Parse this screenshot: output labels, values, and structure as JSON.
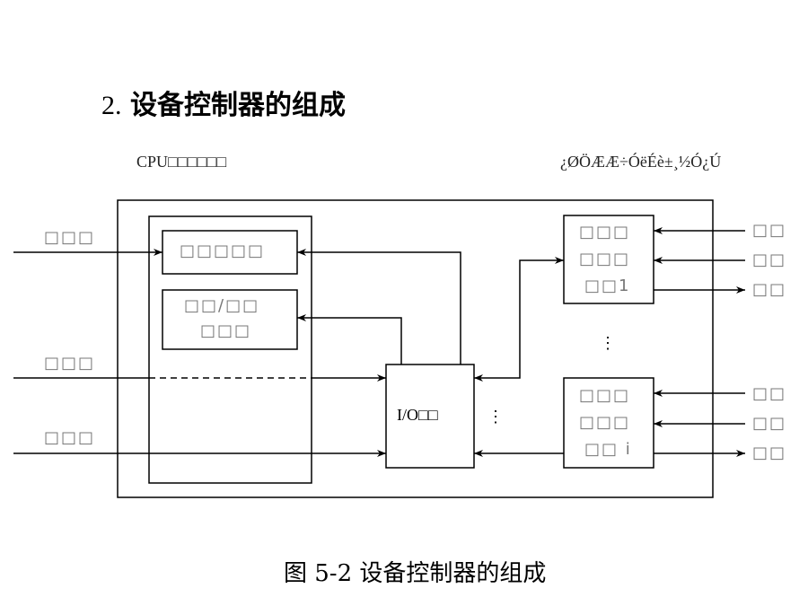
{
  "title": {
    "number": "2.",
    "text": "设备控制器的组成"
  },
  "cpu_side_label": "CPU□□□□□□",
  "device_side_label": "¿ØÖÆÆ÷ÓëÉè±¸½Ó¿Ú",
  "caption": "图 5-2 设备控制器的组成",
  "cpu_lines": [
    {
      "label": "□□□"
    },
    {
      "label": "□□□"
    },
    {
      "label": "□□□"
    }
  ],
  "registers": {
    "data_register": "□□□□□",
    "status_register_line1": "□□/□□",
    "status_register_line2": "□□□"
  },
  "io_logic": "I/O□□",
  "device_interfaces": [
    {
      "line1": "□□□",
      "line2": "□□□",
      "line3": "□□1",
      "signals": [
        "□□",
        "□□",
        "□□"
      ]
    },
    {
      "line1": "□□□",
      "line2": "□□□",
      "line3": "□□ i",
      "signals": [
        "□□",
        "□□",
        "□□"
      ]
    }
  ],
  "ellipsis": "⋮"
}
